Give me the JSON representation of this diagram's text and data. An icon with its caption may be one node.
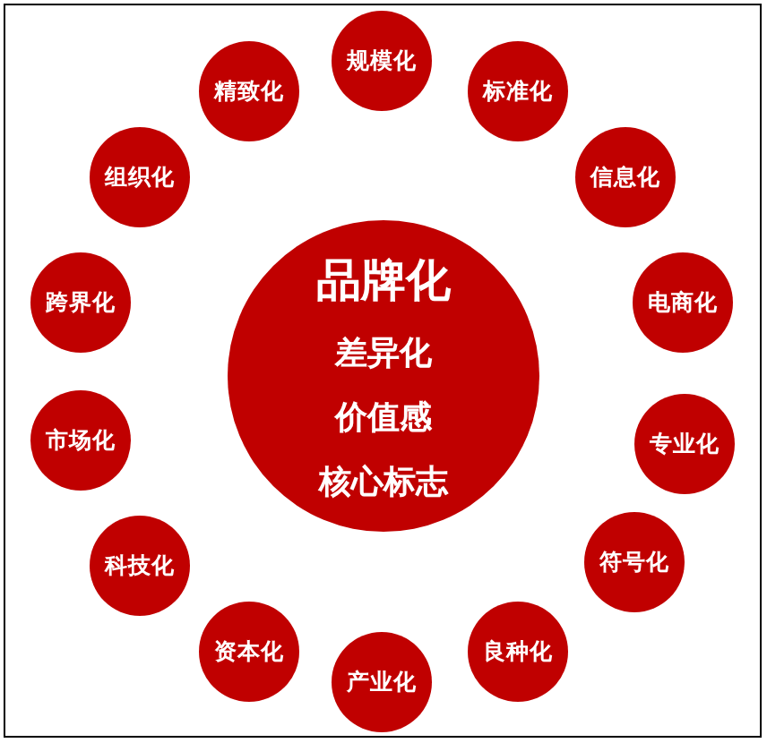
{
  "diagram": {
    "nodes": [
      {
        "text": [
          "品牌化",
          "差异化",
          "价值感",
          "核心标志"
        ]
      },
      {
        "text": [
          "规模化"
        ]
      },
      {
        "text": [
          "标准化"
        ]
      },
      {
        "text": [
          "信息化"
        ]
      },
      {
        "text": [
          "电商化"
        ]
      },
      {
        "text": [
          "专业化"
        ]
      },
      {
        "text": [
          "符号化"
        ]
      },
      {
        "text": [
          "良种化"
        ]
      },
      {
        "text": [
          "产业化"
        ]
      },
      {
        "text": [
          "资本化"
        ]
      },
      {
        "text": [
          "科技化"
        ]
      },
      {
        "text": [
          "市场化"
        ]
      },
      {
        "text": [
          "跨界化"
        ]
      },
      {
        "text": [
          "组织化"
        ]
      },
      {
        "text": [
          "精致化"
        ]
      }
    ]
  }
}
